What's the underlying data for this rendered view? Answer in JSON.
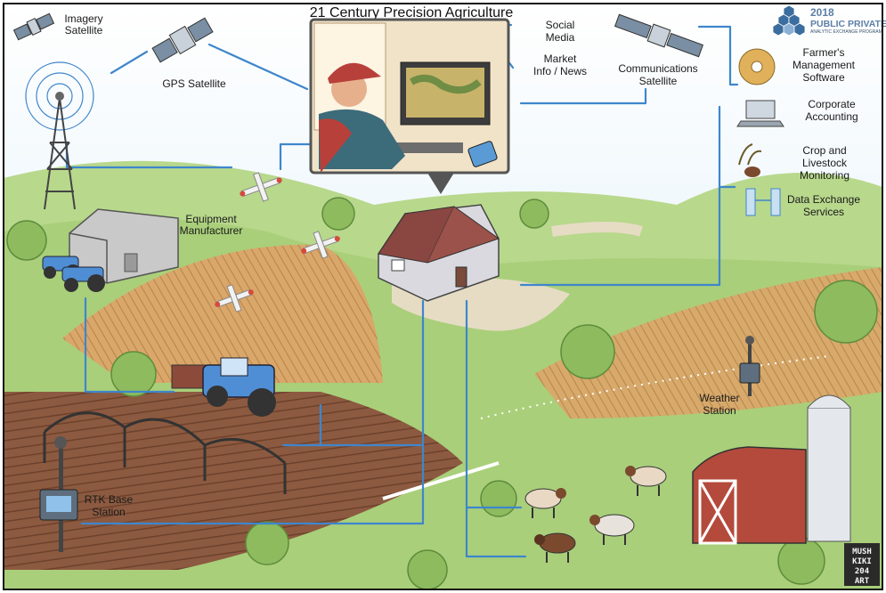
{
  "title": "21 Century Precision Agriculture",
  "labels": {
    "imagery_satellite": [
      "Imagery",
      "Satellite"
    ],
    "gps_satellite": "GPS Satellite",
    "social_media": [
      "Social",
      "Media"
    ],
    "market_info": [
      "Market",
      "Info / News"
    ],
    "communications_satellite": [
      "Communications",
      "Satellite"
    ],
    "farmers_software": [
      "Farmer's",
      "Management",
      "Software"
    ],
    "corporate_accounting": [
      "Corporate",
      "Accounting"
    ],
    "crop_livestock": [
      "Crop and",
      "Livestock",
      "Monitoring"
    ],
    "data_exchange": [
      "Data Exchange",
      "Services"
    ],
    "equipment_manufacturer": [
      "Equipment",
      "Manufacturer"
    ],
    "weather_station": [
      "Weather",
      "Station"
    ],
    "rtk_base_station": [
      "RTK Base",
      "Station"
    ]
  },
  "logo": {
    "year": "2018",
    "name": "PUBLIC PRIVATE",
    "tagline": "ANALYTIC EXCHANGE PROGRAM"
  },
  "signature": [
    "MUSH",
    "KIKI",
    "204",
    "ART"
  ],
  "colors": {
    "sky": "#d7ecf7",
    "flow": "#3f86cc",
    "grass": "#a9cf7a",
    "field": "#d9a76a",
    "soil": "#8c5a40",
    "barn": "#b44a3c"
  },
  "icons": [
    "imagery-satellite-icon",
    "gps-satellite-icon",
    "radio-tower-icon",
    "communications-satellite-icon",
    "software-disc-icon",
    "laptop-icon",
    "livestock-monitor-icon",
    "data-exchange-icon",
    "drone-icon",
    "tractor-icon",
    "farmhouse-icon",
    "barn-icon",
    "silo-icon",
    "cow-icon",
    "irrigation-pivot-icon"
  ]
}
